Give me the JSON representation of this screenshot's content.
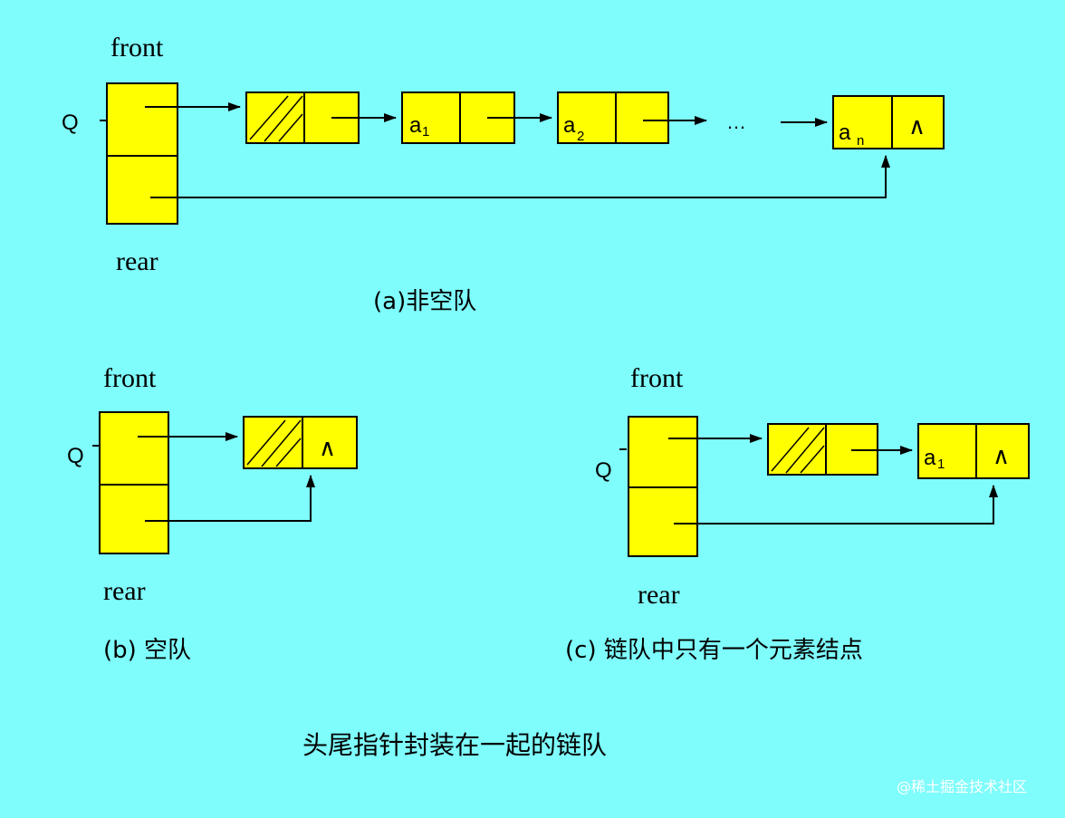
{
  "diagram_a": {
    "front_label": "front",
    "rear_label": "rear",
    "q_label": "Q",
    "node1": {
      "sub": "1"
    },
    "node2": {
      "sub": "2"
    },
    "node_n": {
      "sub": "n"
    },
    "elem_char": "a",
    "ellipsis": "…",
    "null_symbol": "∧",
    "caption": "(a)非空队"
  },
  "diagram_b": {
    "front_label": "front",
    "rear_label": "rear",
    "q_label": "Q",
    "null_symbol": "∧",
    "caption": "(b)  空队"
  },
  "diagram_c": {
    "front_label": "front",
    "rear_label": "rear",
    "q_label": "Q",
    "elem_char": "a",
    "elem_sub": "1",
    "null_symbol": "∧",
    "caption": "(c)   链队中只有一个元素结点"
  },
  "main_title": "头尾指针封装在一起的链队",
  "watermark": "@稀土掘金技术社区",
  "colors": {
    "background": "#7ffcfc",
    "node_fill": "#ffff00"
  }
}
